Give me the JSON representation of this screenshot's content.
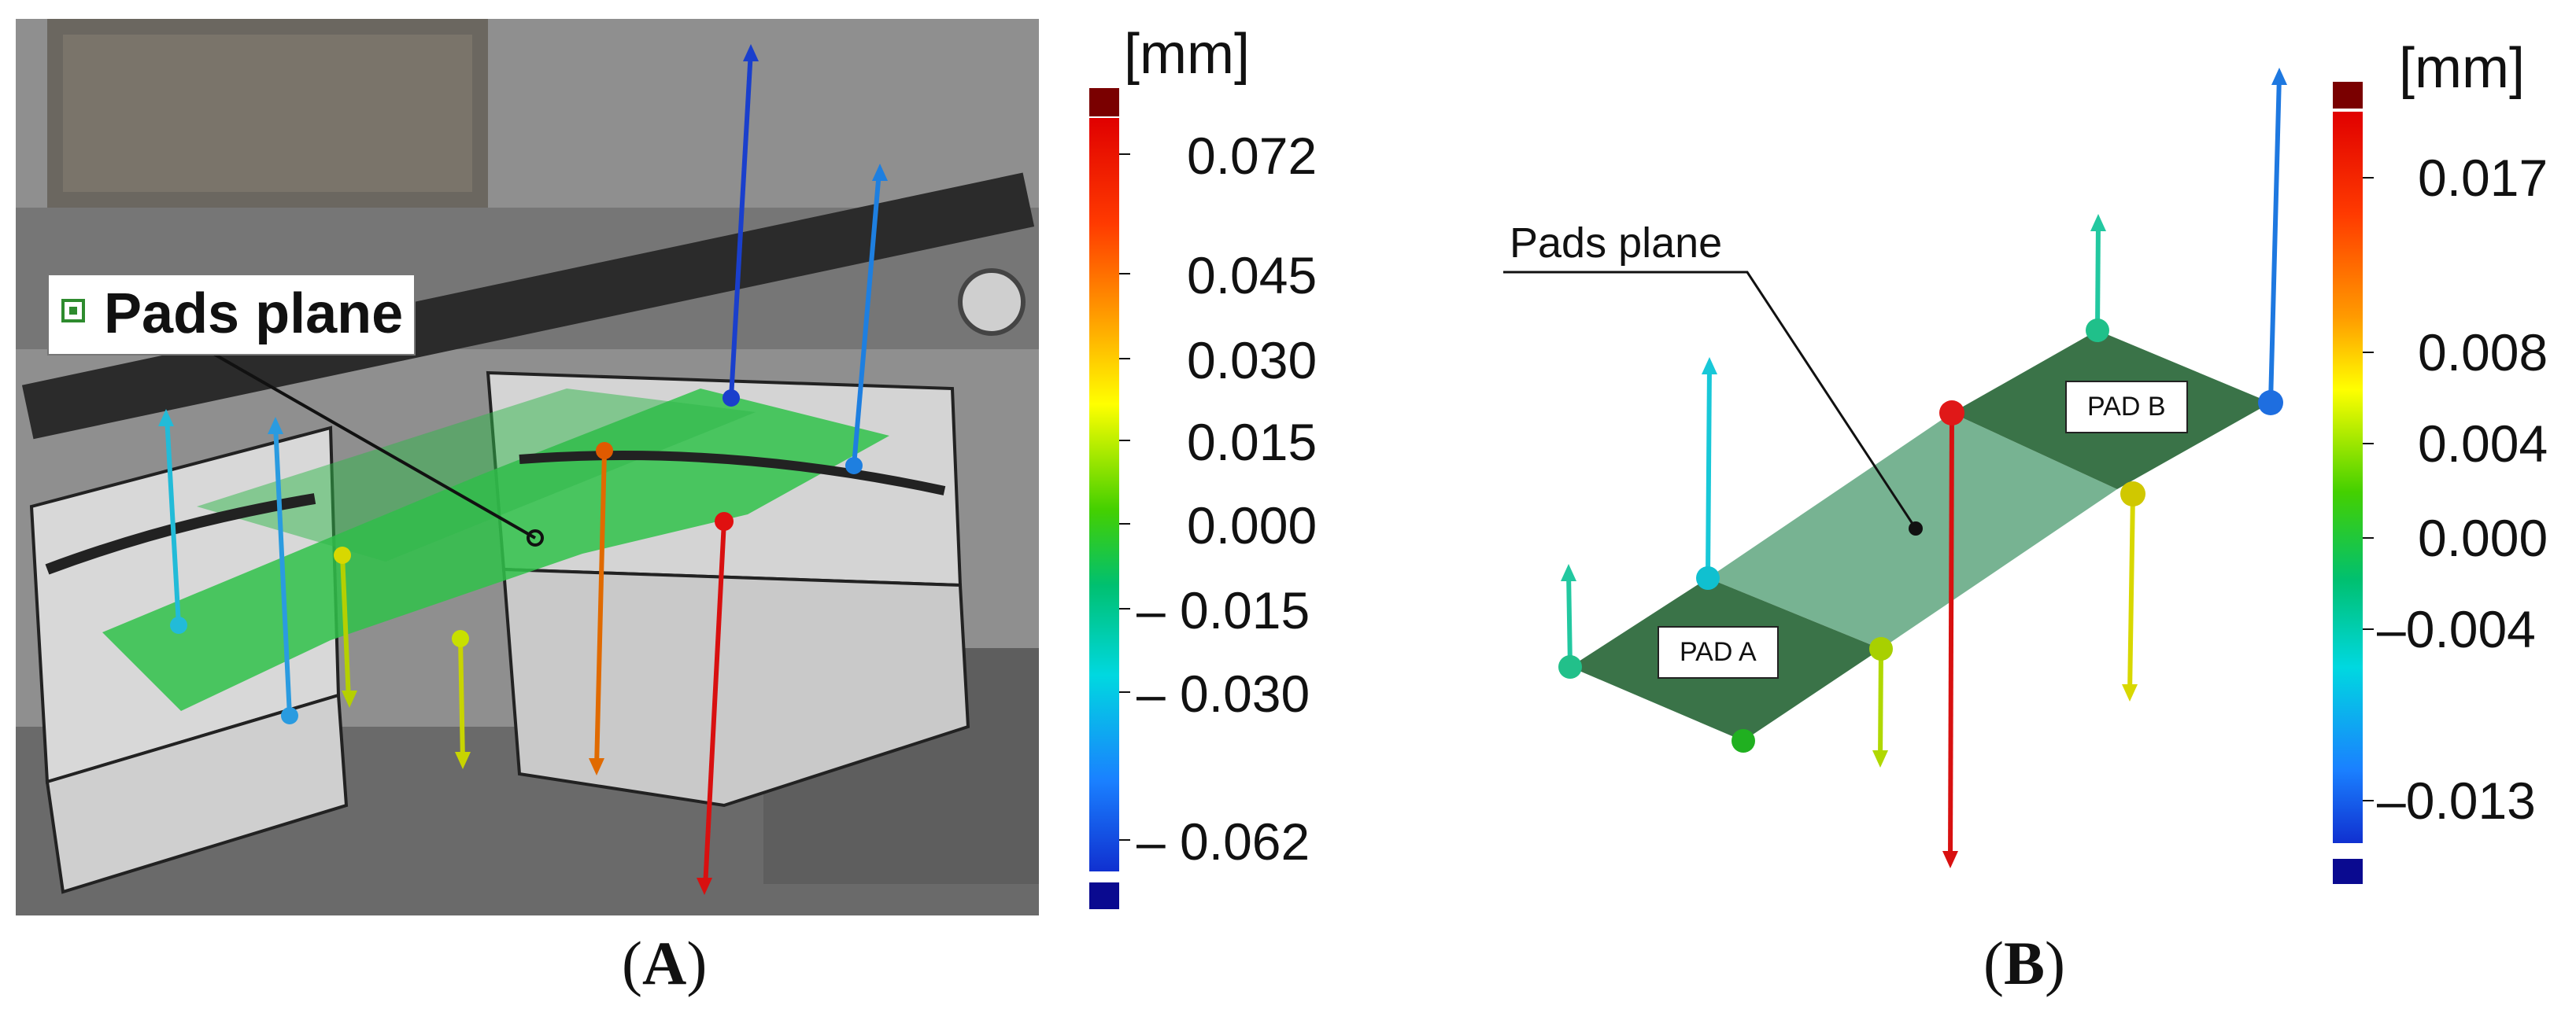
{
  "panel_a": {
    "label": "A",
    "callout": "Pads plane",
    "scale_unit": "[mm]",
    "scale_ticks": [
      "0.072",
      "0.045",
      "0.030",
      "0.015",
      "0.000",
      "– 0.015",
      "– 0.030",
      "– 0.062"
    ],
    "scale_colors": [
      "#7a0000",
      "#ff1a00",
      "#ff8800",
      "#ffff00",
      "#33cc00",
      "#00bb55",
      "#00d8d8",
      "#1f6bff",
      "#0a0aa0"
    ]
  },
  "panel_b": {
    "label": "B",
    "callout": "Pads plane",
    "pad_a": "PAD A",
    "pad_b": "PAD B",
    "scale_unit": "[mm]",
    "scale_ticks": [
      "0.017",
      "0.008",
      "0.004",
      "0.000",
      "–0.004",
      "–0.013"
    ],
    "scale_colors": [
      "#7a0000",
      "#ff1a00",
      "#ff8800",
      "#ffff00",
      "#33cc00",
      "#00bb55",
      "#00d8d8",
      "#1f6bff",
      "#0a0aa0"
    ]
  },
  "icons": {
    "callout_marker": "green-square-icon",
    "deviation_point": "sphere-icon",
    "deviation_vector": "arrow-icon"
  }
}
